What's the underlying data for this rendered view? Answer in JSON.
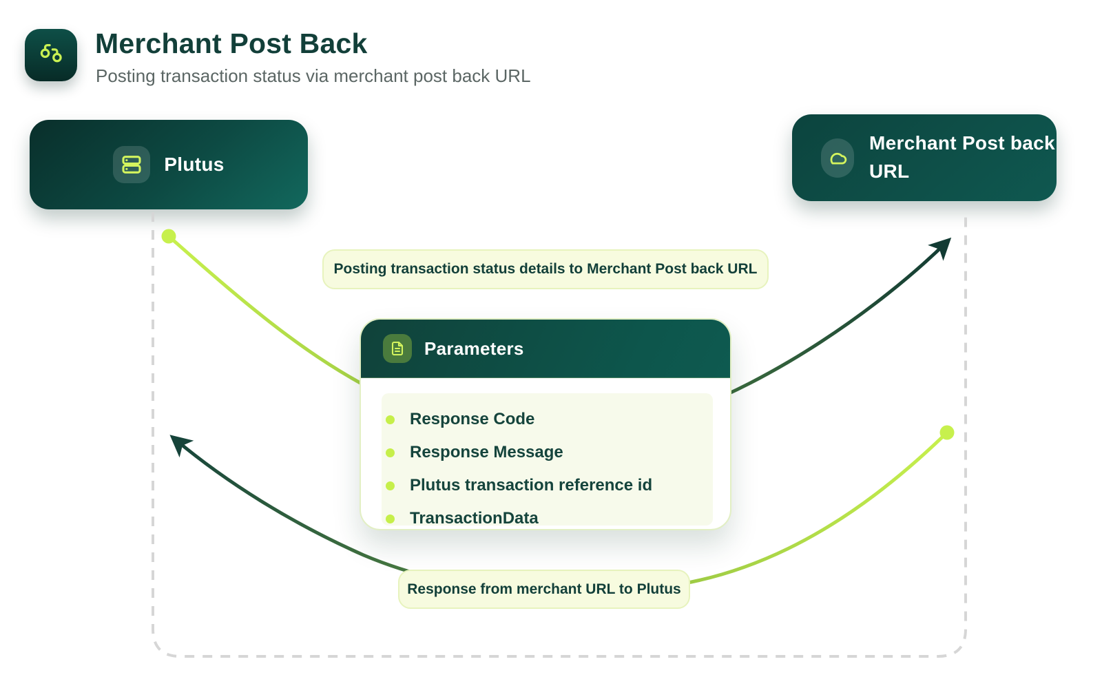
{
  "header": {
    "title": "Merchant Post Back",
    "subtitle": "Posting transaction status via merchant post back URL",
    "icon": "workflow-icon"
  },
  "nodes": {
    "plutus": {
      "label": "Plutus",
      "icon": "server-icon"
    },
    "merchant": {
      "label": "Merchant Post back URL",
      "icon": "cloud-icon"
    }
  },
  "flows": {
    "posting_label": "Posting transaction status details to Merchant Post back URL",
    "response_label": "Response from merchant URL to Plutus"
  },
  "parameters_card": {
    "title": "Parameters",
    "icon": "document-icon",
    "items": [
      "Response Code",
      "Response Message",
      "Plutus transaction reference id",
      "TransactionData"
    ]
  },
  "colors": {
    "teal_deep": "#092f2b",
    "teal_dark": "#0c443e",
    "teal_mid": "#11635a",
    "lime": "#c7f04d",
    "green_mid": "#4a7c41",
    "arrow_dark": "#16443a",
    "pill_bg": "#f7fbdf",
    "pill_border": "#e7f3bd",
    "card_body_bg": "#f7faeb",
    "text_dark": "#123f39",
    "subtitle_gray": "#5b6664",
    "dash_gray": "#d6d6d6"
  }
}
